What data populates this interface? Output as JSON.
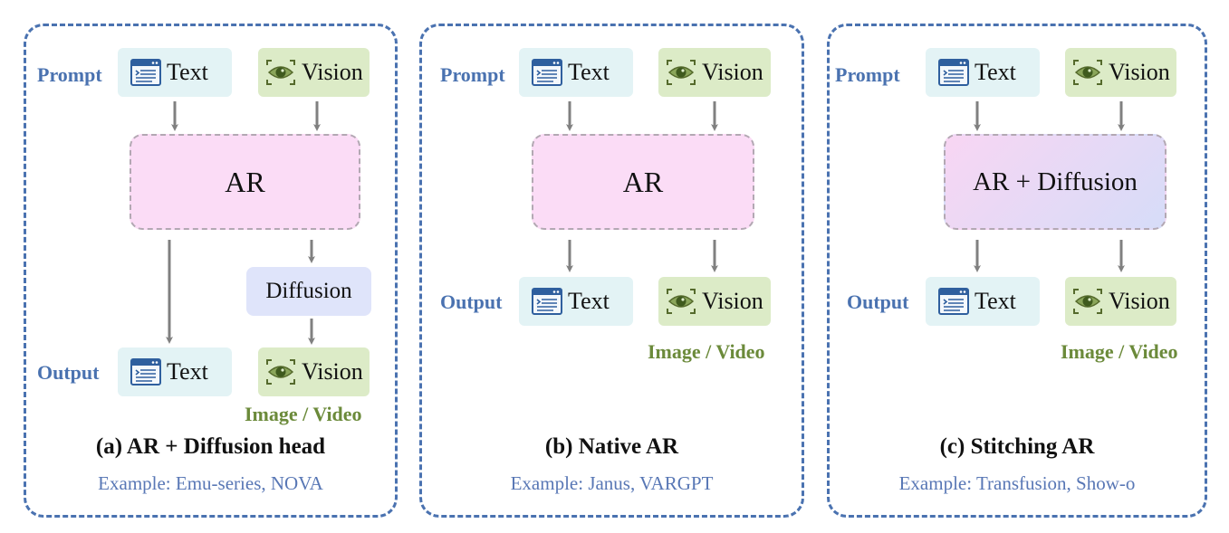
{
  "colors": {
    "border": "#4a72b0",
    "label_blue": "#4a72b0",
    "label_green": "#6b8a3a",
    "text_box": "#e3f3f5",
    "vision_box": "#dcebc7",
    "diffusion_box": "#dfe4fa",
    "ar_pink": "#fbdcf6",
    "example_text": "#5877b5"
  },
  "icons": {
    "text": "text-window-icon",
    "vision": "eye-icon"
  },
  "panels": [
    {
      "prompt_label": "Prompt",
      "output_label": "Output",
      "text_label": "Text",
      "vision_label": "Vision",
      "core_label": "AR",
      "diffusion_label": "Diffusion",
      "output_text_label": "Text",
      "output_vision_label": "Vision",
      "modality_label": "Image / Video",
      "caption": "(a) AR + Diffusion head",
      "example": "Example: Emu-series, NOVA"
    },
    {
      "prompt_label": "Prompt",
      "output_label": "Output",
      "text_label": "Text",
      "vision_label": "Vision",
      "core_label": "AR",
      "output_text_label": "Text",
      "output_vision_label": "Vision",
      "modality_label": "Image / Video",
      "caption": "(b) Native AR",
      "example": "Example: Janus, VARGPT"
    },
    {
      "prompt_label": "Prompt",
      "output_label": "Output",
      "text_label": "Text",
      "vision_label": "Vision",
      "core_label": "AR + Diffusion",
      "output_text_label": "Text",
      "output_vision_label": "Vision",
      "modality_label": "Image / Video",
      "caption": "(c) Stitching AR",
      "example": "Example: Transfusion, Show-o"
    }
  ]
}
